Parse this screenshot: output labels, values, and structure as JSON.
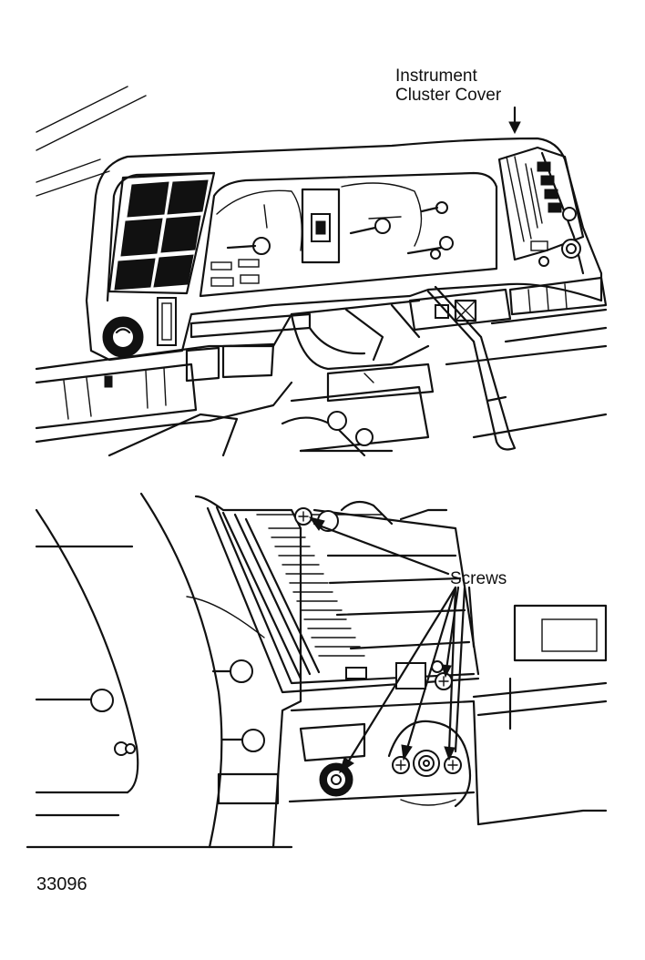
{
  "labels": {
    "cover_line1": "Instrument",
    "cover_line2": "Cluster Cover",
    "screws": "Screws"
  },
  "figure_number": "33096",
  "icons": {
    "pointer": "arrow-icon",
    "screw": "screw-icon"
  },
  "colors": {
    "ink": "#111111",
    "paper": "#ffffff"
  }
}
